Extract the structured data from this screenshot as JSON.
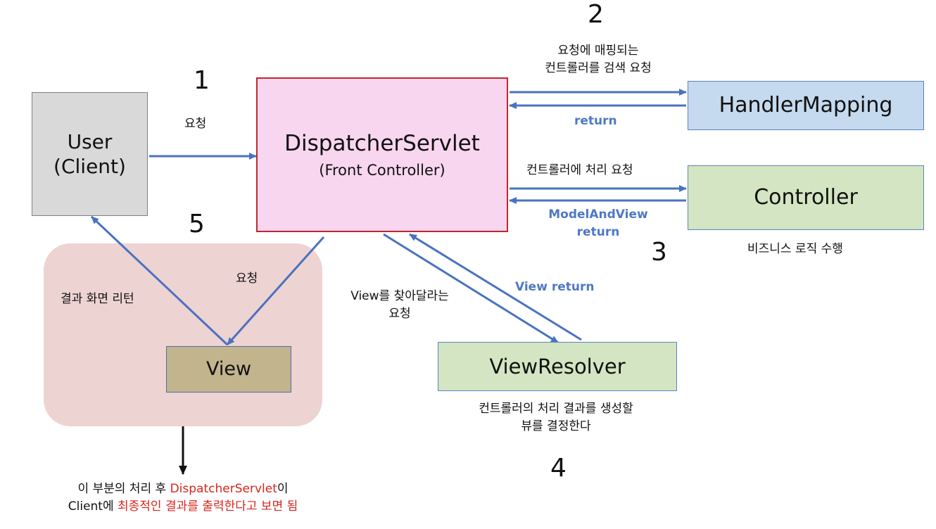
{
  "nodes": {
    "user": {
      "line1": "User",
      "line2": "(Client)"
    },
    "dispatcher": {
      "title": "DispatcherServlet",
      "subtitle": "(Front Controller)"
    },
    "handler_mapping": {
      "label": "HandlerMapping"
    },
    "controller": {
      "label": "Controller"
    },
    "view_resolver": {
      "label": "ViewResolver"
    },
    "view": {
      "label": "View"
    }
  },
  "steps": {
    "s1": "1",
    "s2": "2",
    "s3": "3",
    "s4": "4",
    "s5": "5"
  },
  "labels": {
    "request": "요청",
    "mapping_line1": "요청에 매핑되는",
    "mapping_line2": "컨트롤러를 검색 요청",
    "mapping_return": "return",
    "controller_request": "컨트롤러에 처리 요청",
    "model_and_view": "ModelAndView",
    "controller_return": "return",
    "business_logic": "비즈니스 로직 수행",
    "find_view_line1": "View를 찾아달라는",
    "find_view_line2": "요청",
    "view_return": "View return",
    "resolver_desc_line1": "컨트롤러의 처리 결과를 생성할",
    "resolver_desc_line2": "뷰를 결정한다",
    "view_request": "요청",
    "result_return": "결과 화면 리턴"
  },
  "note": {
    "line1_a": "이 부분의 처리 후 ",
    "line1_red": "DispatcherServlet",
    "line1_b": "이",
    "line2_a": "Client에 ",
    "line2_red": "최종적인 결과를 출력한다고 보면 됨"
  },
  "colors": {
    "arrow": "#4a72c0",
    "accent_red": "#d9251d",
    "label_blue": "#4e79c4"
  }
}
